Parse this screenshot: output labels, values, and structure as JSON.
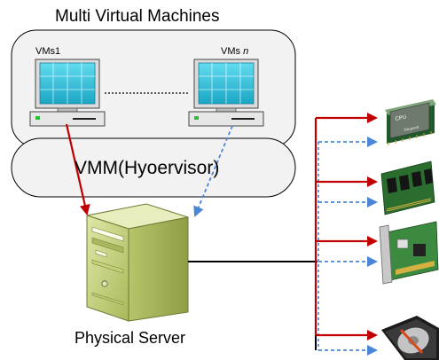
{
  "title": "Multi Virtual Machines",
  "vm1": {
    "label": "VMs1"
  },
  "vmn": {
    "label_prefix": "VMs ",
    "label_var": "n"
  },
  "vmm": {
    "label": "VMM(Hyoervisor)"
  },
  "server": {
    "label": "Physical Server"
  },
  "resources": {
    "cpu_chip_text": "CPU",
    "cpu_chip_subtext": "Request"
  },
  "colors": {
    "solid_arrow": "#c00000",
    "dashed_arrow": "#4a86d8",
    "monitor_screen": "#29c6de",
    "server_body": "#c9d67a"
  }
}
